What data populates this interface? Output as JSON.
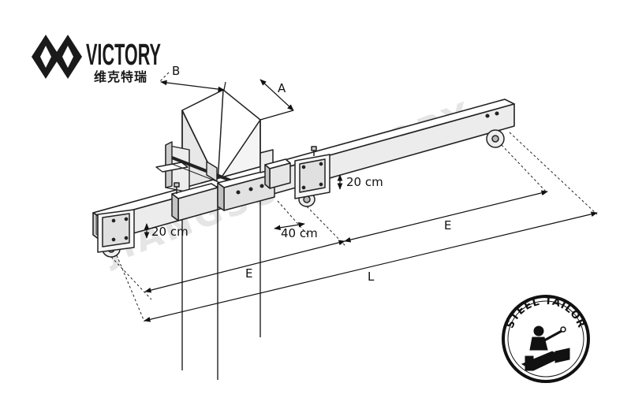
{
  "logo": {
    "name": "VICTORY",
    "subtitle": "维克特瑞"
  },
  "watermark": "JIANGSU VICTORY",
  "dimensions": {
    "a": "A",
    "b": "B",
    "e_left": "E",
    "e_right": "E",
    "l": "L",
    "plate_height_left": "20 cm",
    "plate_height_right": "20 cm",
    "gap": "40 cm"
  },
  "badge": {
    "text": "STEEL TAILOR"
  },
  "colors": {
    "line": "#222222",
    "steel_light": "#f2f2f2",
    "steel_mid": "#dcdcdc",
    "steel_dark": "#b9b9b9",
    "logo": "#1a1a1a"
  }
}
